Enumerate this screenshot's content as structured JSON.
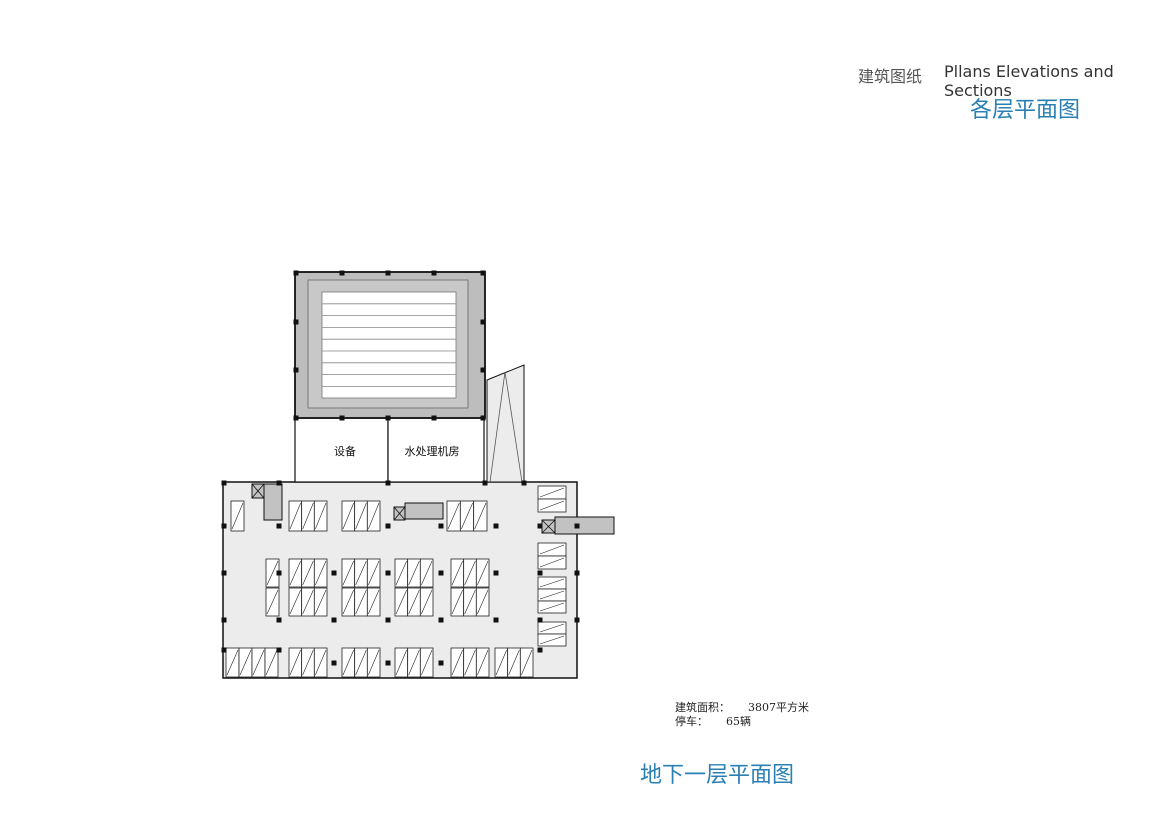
{
  "header": {
    "category_cn": "建筑图纸",
    "category_en": "Pllans Elevations and Sections",
    "subtitle": "各层平面图"
  },
  "plan": {
    "rooms": [
      {
        "id": "equipment",
        "label": "设备"
      },
      {
        "id": "water-treatment",
        "label": "水处理机房"
      }
    ]
  },
  "stats": {
    "area_label": "建筑面积：",
    "area_value": "3807平方米",
    "parking_label": "停车：",
    "parking_value": "65辆"
  },
  "caption": "地下一层平面图",
  "colors": {
    "accent": "#2a7fb3",
    "floor": "#ececec",
    "atrium": "#bdbdbd",
    "line": "#111111"
  }
}
